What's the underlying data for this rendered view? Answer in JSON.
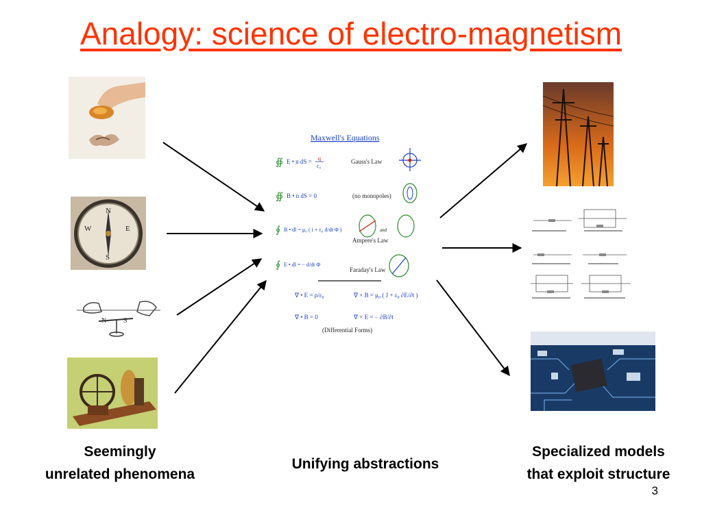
{
  "slide": {
    "title": "Analogy: science of electro-magnetism",
    "page_number": "3"
  },
  "captions": {
    "left_line1": "Seemingly",
    "left_line2": "unrelated phenomena",
    "center": "Unifying abstractions",
    "right_line1": "Specialized models",
    "right_line2": "that exploit structure"
  },
  "maxwell": {
    "heading": "Maxwell's Equations",
    "gauss": "Gauss's Law",
    "monopoles": "(no monopoles)",
    "ampere": "Ampere's Law",
    "and": "and",
    "faraday": "Faraday's Law",
    "differential": "(Differential Forms)"
  },
  "colors": {
    "title": "#ff3300",
    "arrow": "#000000",
    "equation_green": "#2a8a2a",
    "equation_blue": "#1a3ccc"
  }
}
